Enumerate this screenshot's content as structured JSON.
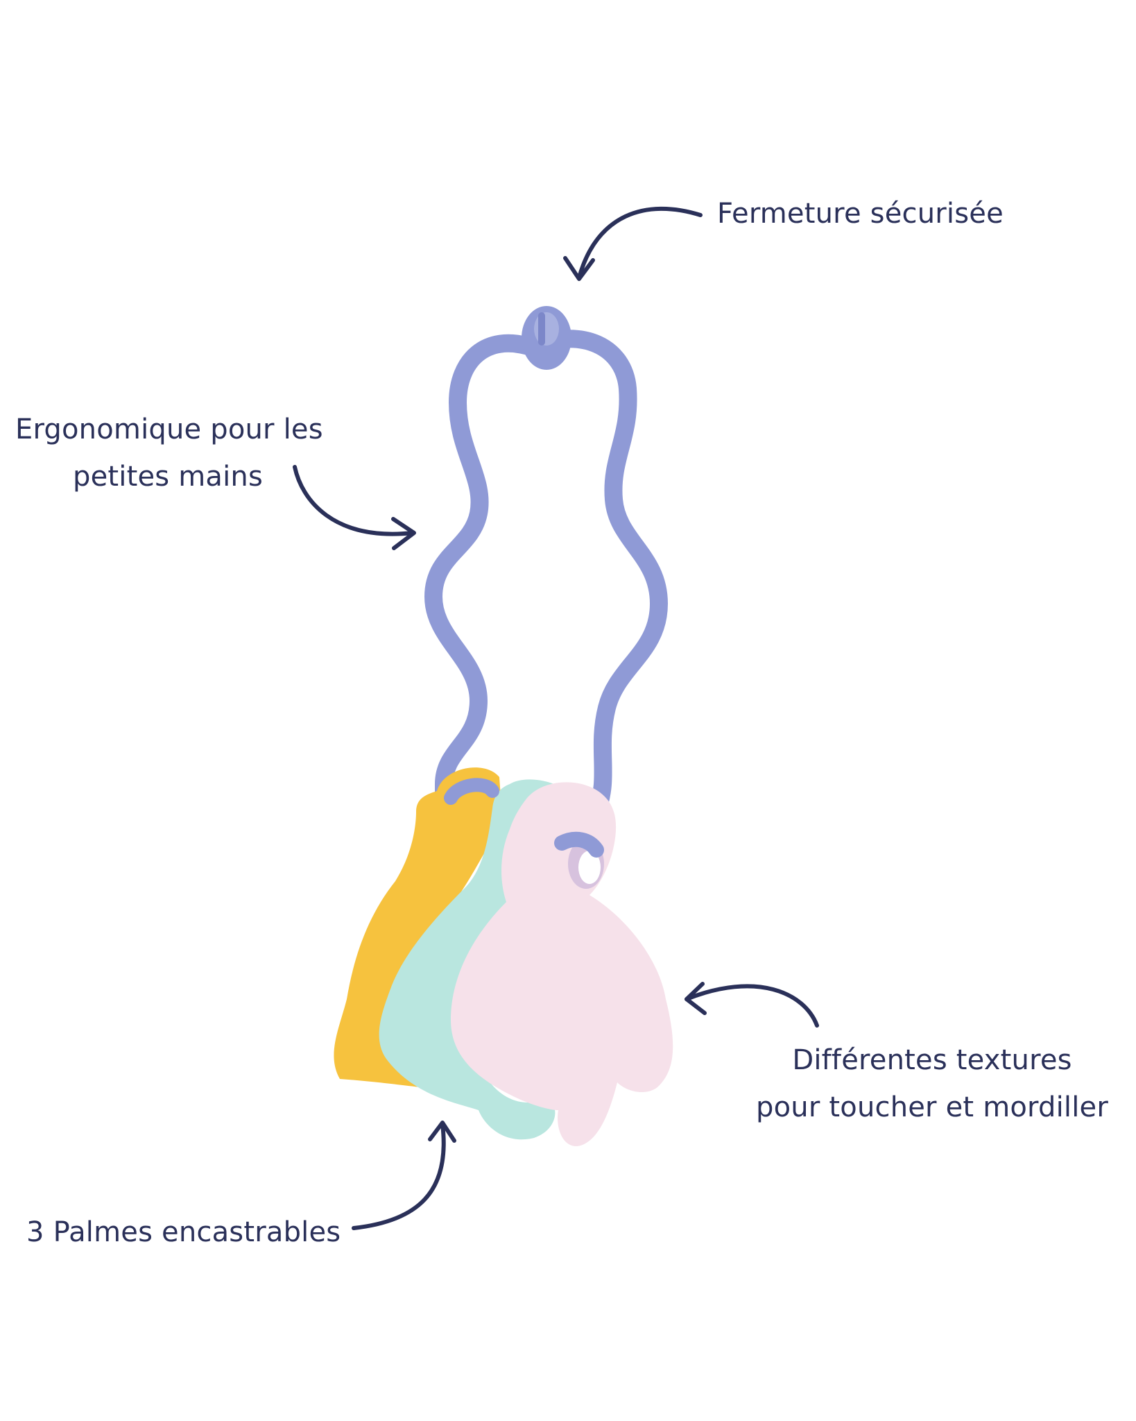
{
  "annotations": {
    "closure": "Fermeture sécurisée",
    "ergonomic_line1": "Ergonomique pour les",
    "ergonomic_line2": "petites mains",
    "textures_line1": "Différentes textures",
    "textures_line2": "pour toucher et mordiller",
    "palms": "3 Palmes encastrables"
  },
  "colors": {
    "text": "#2a3059",
    "ring": "#8f9ad6",
    "palm_yellow": "#f6c23e",
    "palm_mint": "#b9e6df",
    "palm_pink": "#f6e1ea"
  },
  "icons": [
    "curved-arrow-icon"
  ]
}
